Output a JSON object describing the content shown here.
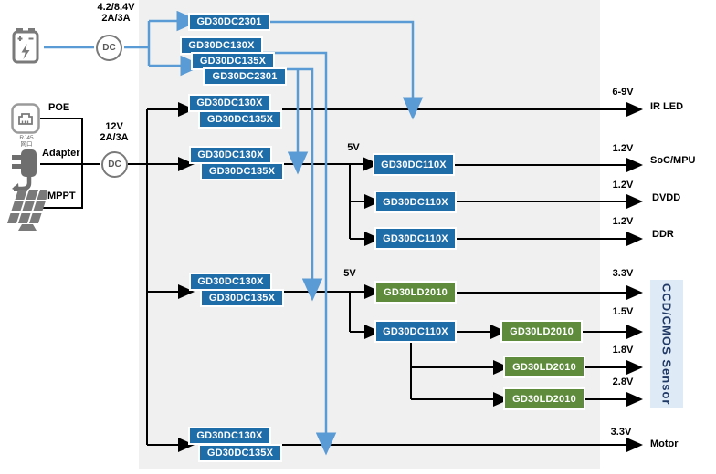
{
  "colors": {
    "box_blue": "#1E6CA8",
    "box_green": "#5E8C3C",
    "wire_blue": "#5B9BD5",
    "wire_black": "#000000",
    "panel_gray": "#F0F0F0",
    "sensor_bg": "#DEEBF7",
    "sensor_text": "#1F3864"
  },
  "battery_rail": {
    "line1": "4.2/8.4V",
    "line2": "2A/3A"
  },
  "main_rail": {
    "line1": "12V",
    "line2": "2A/3A"
  },
  "dc_label": "DC",
  "inputs": {
    "poe": "POE",
    "adapter": "Adapter",
    "mppt": "MPPT"
  },
  "rj45": {
    "line1": "RJ45",
    "line2": "网口"
  },
  "box_labels": {
    "dc2301": "GD30DC2301",
    "dc130x": "GD30DC130X",
    "dc135x": "GD30DC135X",
    "dc110x": "GD30DC110X",
    "ld2010": "GD30LD2010"
  },
  "rails": {
    "v5_digital": "5V",
    "v5_sensor": "5V"
  },
  "outputs": [
    {
      "voltage": "6-9V",
      "load": "IR LED"
    },
    {
      "voltage": "1.2V",
      "load": "SoC/MPU"
    },
    {
      "voltage": "1.2V",
      "load": "DVDD"
    },
    {
      "voltage": "1.2V",
      "load": "DDR"
    },
    {
      "voltage": "3.3V",
      "load": ""
    },
    {
      "voltage": "1.5V",
      "load": ""
    },
    {
      "voltage": "1.8V",
      "load": ""
    },
    {
      "voltage": "2.8V",
      "load": ""
    },
    {
      "voltage": "3.3V",
      "load": "Motor"
    }
  ],
  "sensor_label": "CCD/CMOS Sensor"
}
